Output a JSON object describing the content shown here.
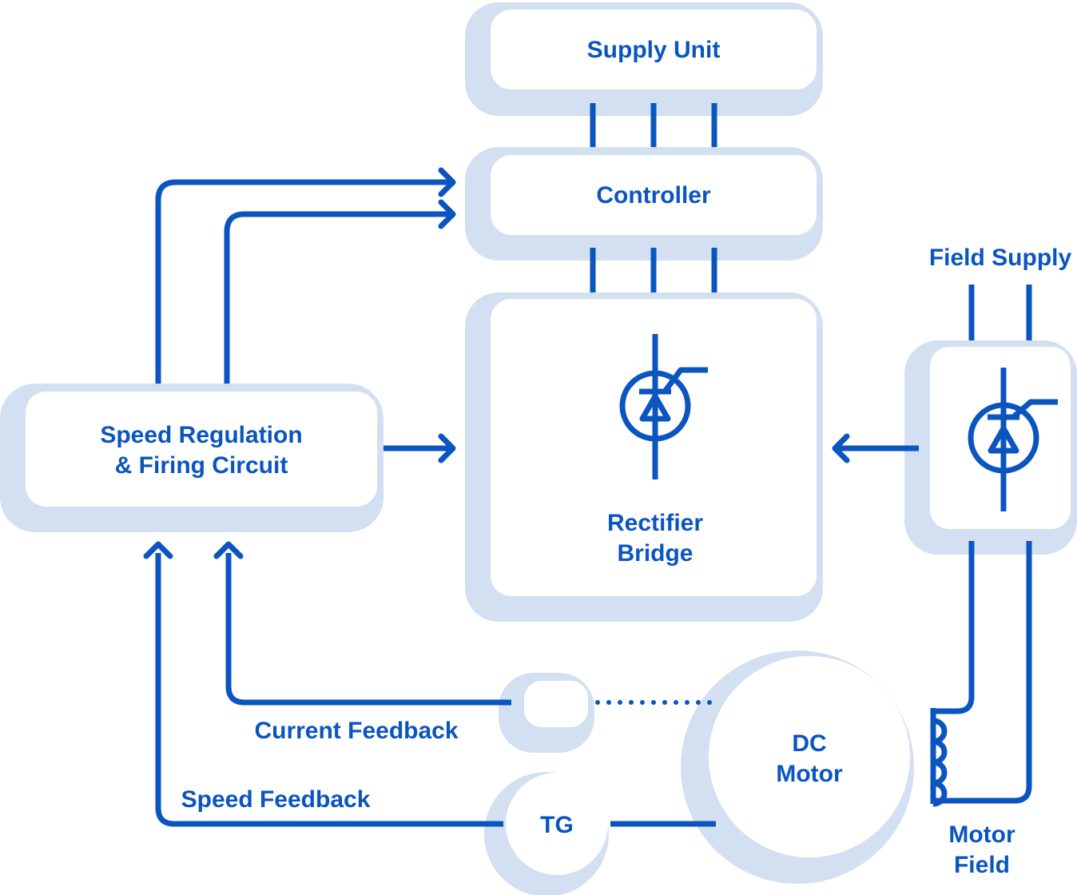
{
  "blocks": {
    "supply_unit": "Supply Unit",
    "controller": "Controller",
    "rectifier_line1": "Rectifier",
    "rectifier_line2": "Bridge",
    "speed_reg_line1": "Speed Regulation",
    "speed_reg_line2": "& Firing Circuit",
    "field_supply": "Field Supply",
    "dc_motor_line1": "DC",
    "dc_motor_line2": "Motor",
    "tg": "TG",
    "motor_field_line1": "Motor",
    "motor_field_line2": "Field"
  },
  "signals": {
    "current_feedback": "Current Feedback",
    "speed_feedback": "Speed Feedback"
  },
  "icons": [
    "thyristor-icon",
    "inductor-coil-icon",
    "arrow-icon"
  ],
  "colors": {
    "line": "#0a55bf",
    "shadow": "#d3e0f1",
    "box": "#ffffff"
  }
}
